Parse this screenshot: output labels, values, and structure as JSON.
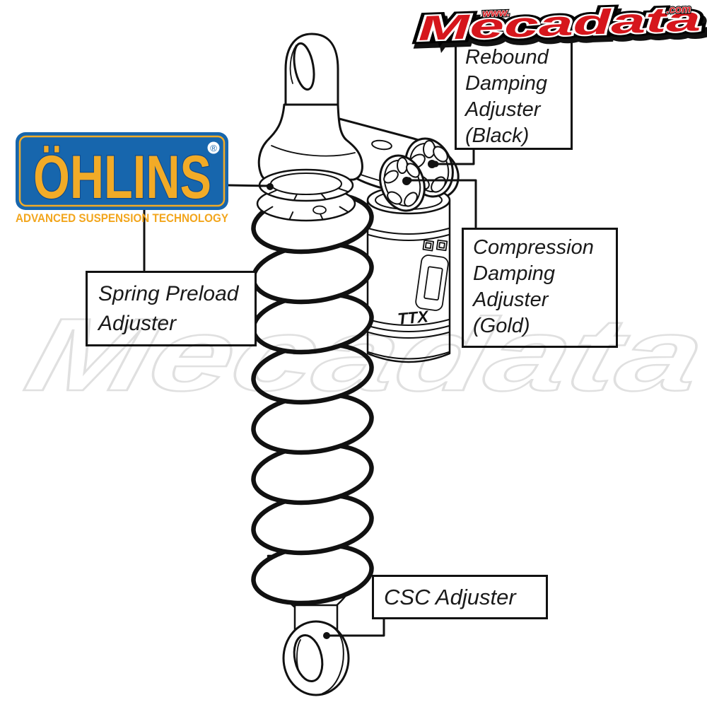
{
  "watermark": {
    "text": "Mecadata"
  },
  "site_logo": {
    "www": "www.",
    "name": "Mecadata",
    "tld": ".com"
  },
  "ohlins_logo": {
    "wordmark": "ÖHLINS",
    "registered": "®",
    "tagline": "ADVANCED SUSPENSION TECHNOLOGY"
  },
  "reservoir": {
    "marking": "TTX"
  },
  "labels": {
    "rebound": {
      "line1": "Rebound",
      "line2": "Damping",
      "line3": "Adjuster",
      "line4": "(Black)"
    },
    "compression": {
      "line1": "Compression",
      "line2": "Damping",
      "line3": "Adjuster",
      "line4": "(Gold)"
    },
    "spring_preload": {
      "line1": "Spring Preload",
      "line2": "Adjuster"
    },
    "csc": {
      "line1": "CSC Adjuster"
    }
  },
  "colors": {
    "logo_blue": "#1766ad",
    "logo_gold": "#f2ab27",
    "mecadata_red": "#d6161c",
    "line_black": "#111111",
    "watermark_gray": "#e0e0e0"
  }
}
